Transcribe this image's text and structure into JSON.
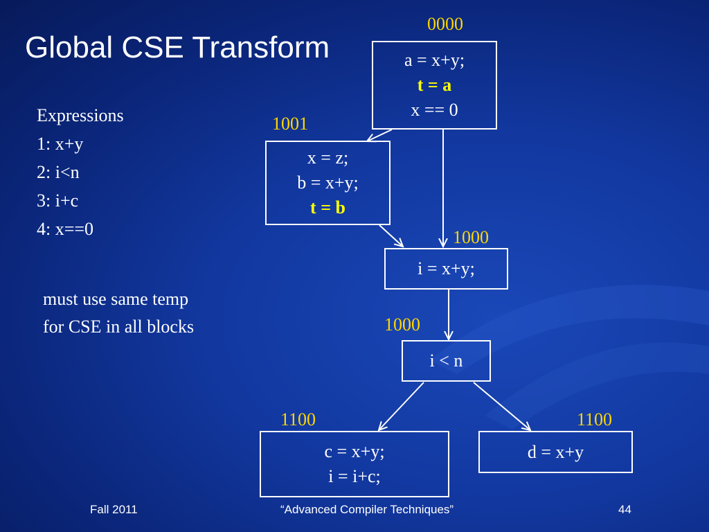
{
  "title": "Global CSE Transform",
  "expressions": {
    "heading": "Expressions",
    "items": [
      "1: x+y",
      "2: i<n",
      "3: i+c",
      "4: x==0"
    ]
  },
  "note": [
    "must use same temp",
    "for CSE in all blocks"
  ],
  "blocks": {
    "b0": {
      "label": "0000",
      "lines": [
        "a = x+y;",
        "t = a",
        "x == 0"
      ]
    },
    "b1": {
      "label": "1001",
      "lines": [
        "x = z;",
        "b = x+y;",
        "t = b"
      ]
    },
    "b2": {
      "label": "1000",
      "lines": [
        "i = x+y;"
      ]
    },
    "b3": {
      "label": "1000",
      "lines": [
        "i < n"
      ]
    },
    "b4": {
      "label": "1100",
      "lines": [
        "c = x+y;",
        "i = i+c;"
      ]
    },
    "b5": {
      "label": "1100",
      "lines": [
        "d = x+y"
      ]
    }
  },
  "footer": {
    "left": "Fall 2011",
    "center": "“Advanced Compiler Techniques”",
    "page": "44"
  },
  "colors": {
    "background": "#1238a0",
    "label": "#ffd700",
    "highlight": "#ffff00",
    "text": "#ffffff"
  }
}
